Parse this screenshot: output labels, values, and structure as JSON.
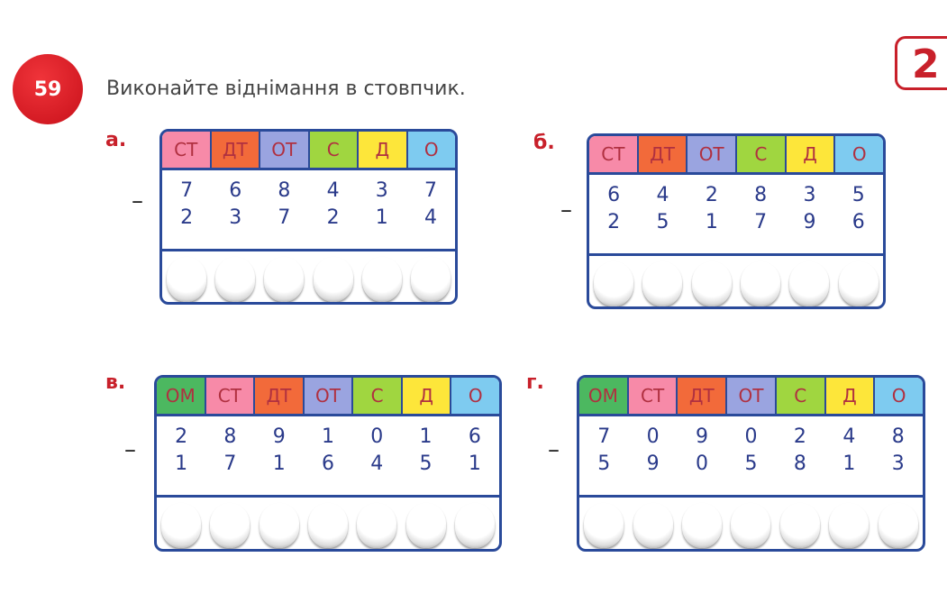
{
  "exercise_number": "59",
  "page_number": "2",
  "instruction": "Виконайте віднімання в стовпчик.",
  "colors": {
    "ОМ": "#4cb860",
    "СТ": "#f78aa8",
    "ДТ": "#f26a3a",
    "ОТ": "#9aa4e0",
    "С": "#a0d640",
    "Д": "#fde63a",
    "О": "#7ecbf0"
  },
  "tasks": [
    {
      "label": "а.",
      "minus": "–",
      "headers": [
        "СТ",
        "ДТ",
        "ОТ",
        "С",
        "Д",
        "О"
      ],
      "minuend": [
        "7",
        "6",
        "8",
        "4",
        "3",
        "7"
      ],
      "subtrahend": [
        "2",
        "3",
        "7",
        "2",
        "1",
        "4"
      ]
    },
    {
      "label": "б.",
      "minus": "–",
      "headers": [
        "СТ",
        "ДТ",
        "ОТ",
        "С",
        "Д",
        "О"
      ],
      "minuend": [
        "6",
        "4",
        "2",
        "8",
        "3",
        "5"
      ],
      "subtrahend": [
        "2",
        "5",
        "1",
        "7",
        "9",
        "6"
      ]
    },
    {
      "label": "в.",
      "minus": "–",
      "headers": [
        "ОМ",
        "СТ",
        "ДТ",
        "ОТ",
        "С",
        "Д",
        "О"
      ],
      "minuend": [
        "2",
        "8",
        "9",
        "1",
        "0",
        "1",
        "6"
      ],
      "subtrahend": [
        "1",
        "7",
        "1",
        "6",
        "4",
        "5",
        "1"
      ]
    },
    {
      "label": "г.",
      "minus": "–",
      "headers": [
        "ОМ",
        "СТ",
        "ДТ",
        "ОТ",
        "С",
        "Д",
        "О"
      ],
      "minuend": [
        "7",
        "0",
        "9",
        "0",
        "2",
        "4",
        "8"
      ],
      "subtrahend": [
        "5",
        "9",
        "0",
        "5",
        "8",
        "1",
        "3"
      ]
    }
  ]
}
